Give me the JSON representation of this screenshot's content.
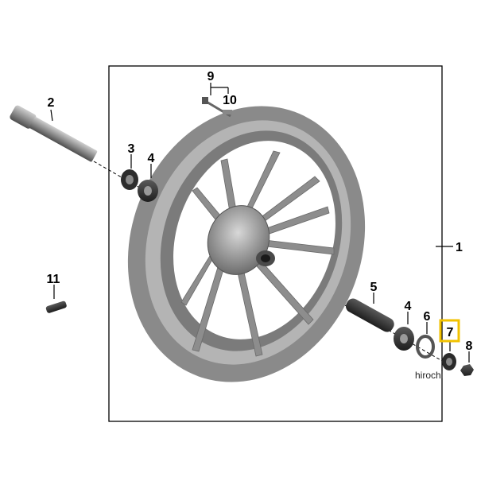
{
  "parts": [
    {
      "id": "part-1",
      "number": "1"
    },
    {
      "id": "part-2",
      "number": "2"
    },
    {
      "id": "part-3",
      "number": "3"
    },
    {
      "id": "part-4a",
      "number": "4"
    },
    {
      "id": "part-4b",
      "number": "4"
    },
    {
      "id": "part-5",
      "number": "5"
    },
    {
      "id": "part-6",
      "number": "6"
    },
    {
      "id": "part-7",
      "number": "7"
    },
    {
      "id": "part-8",
      "number": "8"
    },
    {
      "id": "part-9",
      "number": "9"
    },
    {
      "id": "part-10",
      "number": "10"
    },
    {
      "id": "part-11",
      "number": "11"
    }
  ],
  "highlight": {
    "color": "#f2c200"
  },
  "watermark": "hirochi"
}
